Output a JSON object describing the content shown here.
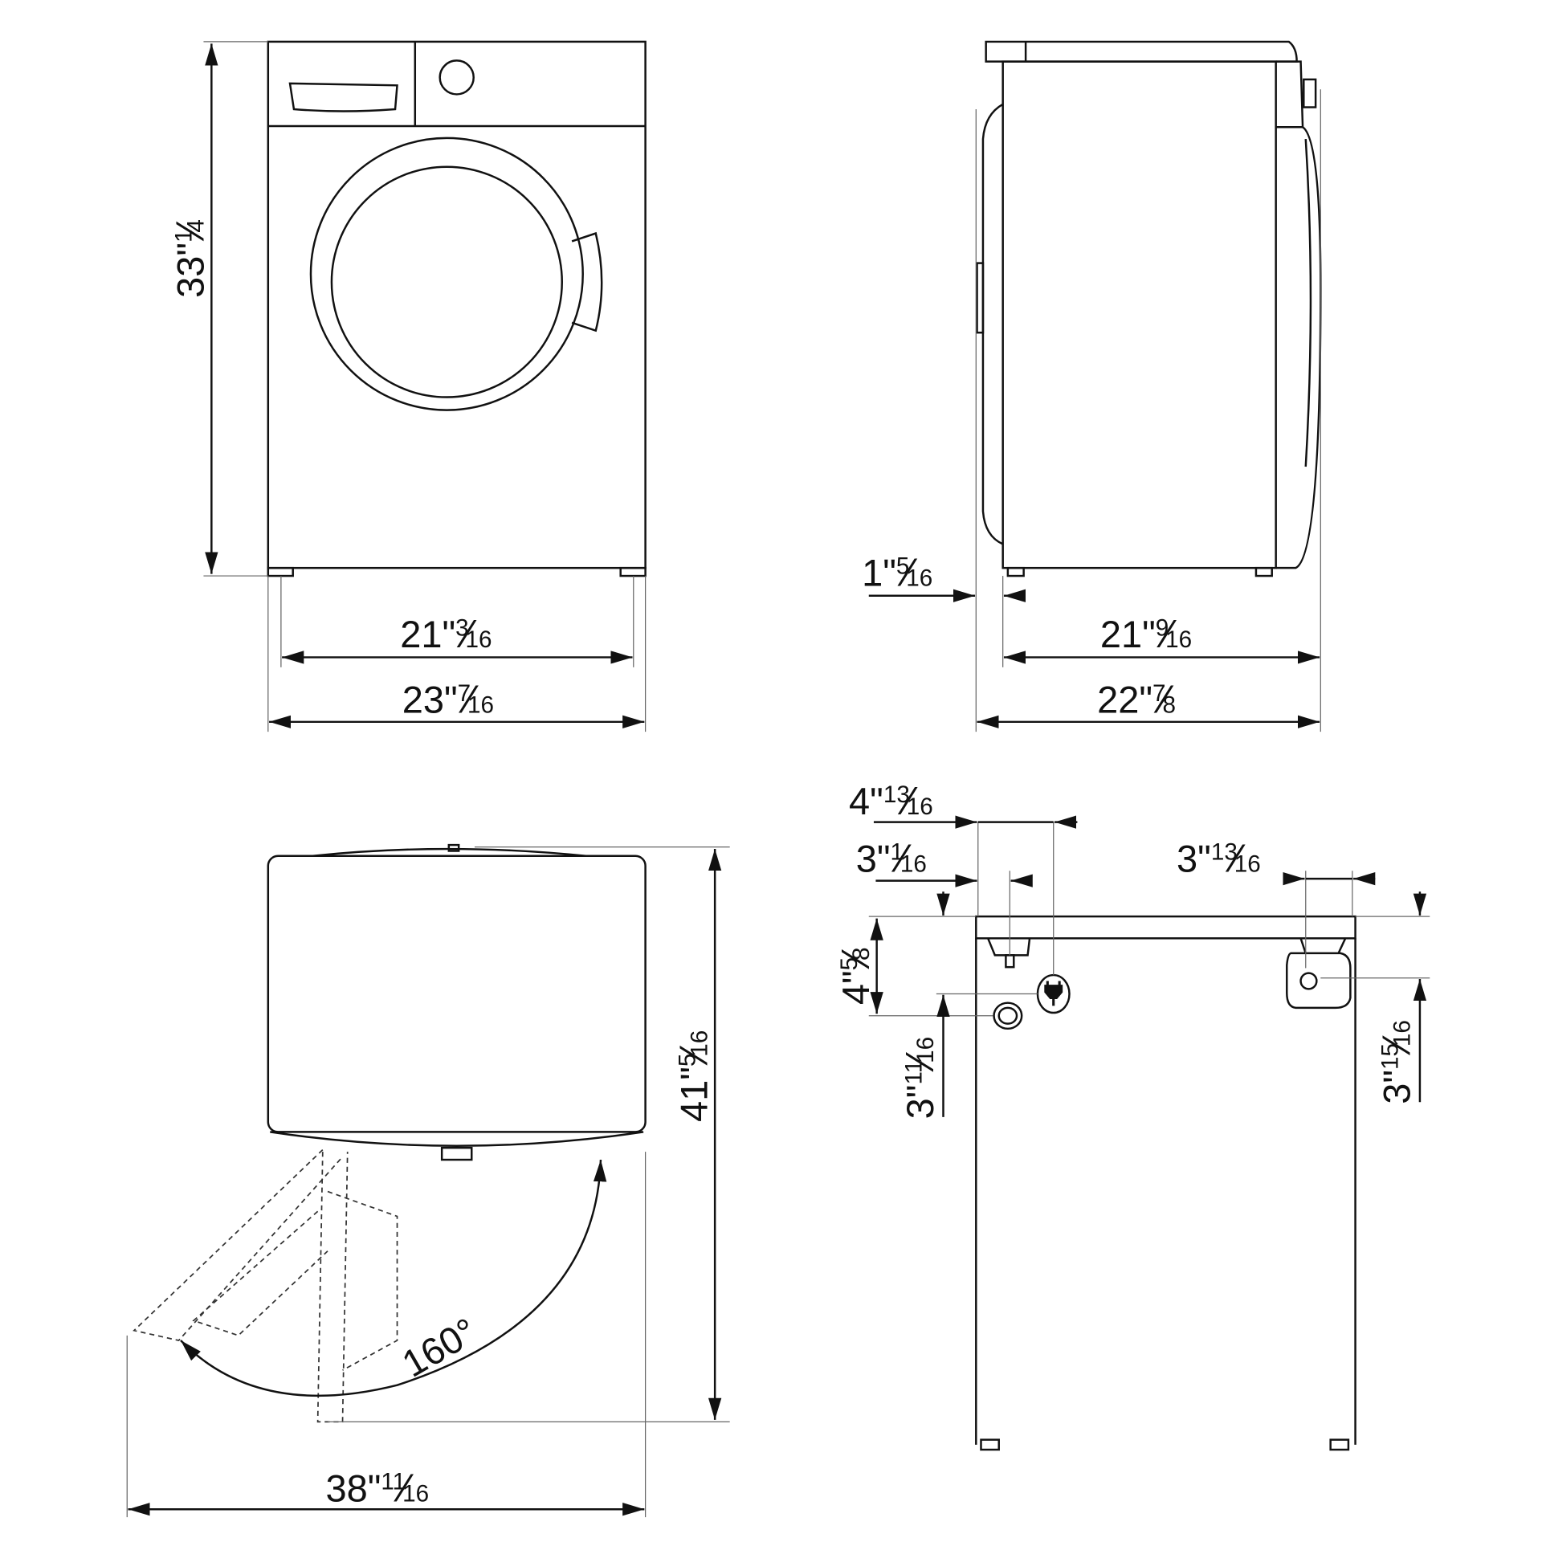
{
  "fraction_slash": "⁄",
  "angle_label": "160°",
  "dimensions": [
    {
      "id": "front-height",
      "whole": "33\"",
      "num": "1",
      "den": "4"
    },
    {
      "id": "front-width-feet",
      "whole": "21\"",
      "num": "3",
      "den": "16"
    },
    {
      "id": "front-width",
      "whole": "23\"",
      "num": "7",
      "den": "16"
    },
    {
      "id": "side-door-offset",
      "whole": "1\"",
      "num": "5",
      "den": "16"
    },
    {
      "id": "side-depth-body",
      "whole": "21\"",
      "num": "9",
      "den": "16"
    },
    {
      "id": "side-depth",
      "whole": "22\"",
      "num": "7",
      "den": "8"
    },
    {
      "id": "door-open-depth",
      "whole": "41\"",
      "num": "5",
      "den": "16"
    },
    {
      "id": "door-open-width",
      "whole": "38\"",
      "num": "11",
      "den": "16"
    },
    {
      "id": "back-power-offset",
      "whole": "4\"",
      "num": "13",
      "den": "16"
    },
    {
      "id": "back-inlet-offset",
      "whole": "3\"",
      "num": "1",
      "den": "16"
    },
    {
      "id": "back-drain-offset",
      "whole": "3\"",
      "num": "13",
      "den": "16"
    },
    {
      "id": "back-inlet-depth",
      "whole": "4\"",
      "num": "5",
      "den": "8"
    },
    {
      "id": "back-power-depth",
      "whole": "3\"",
      "num": "11",
      "den": "16"
    },
    {
      "id": "back-drain-depth",
      "whole": "3\"",
      "num": "15",
      "den": "16"
    }
  ]
}
